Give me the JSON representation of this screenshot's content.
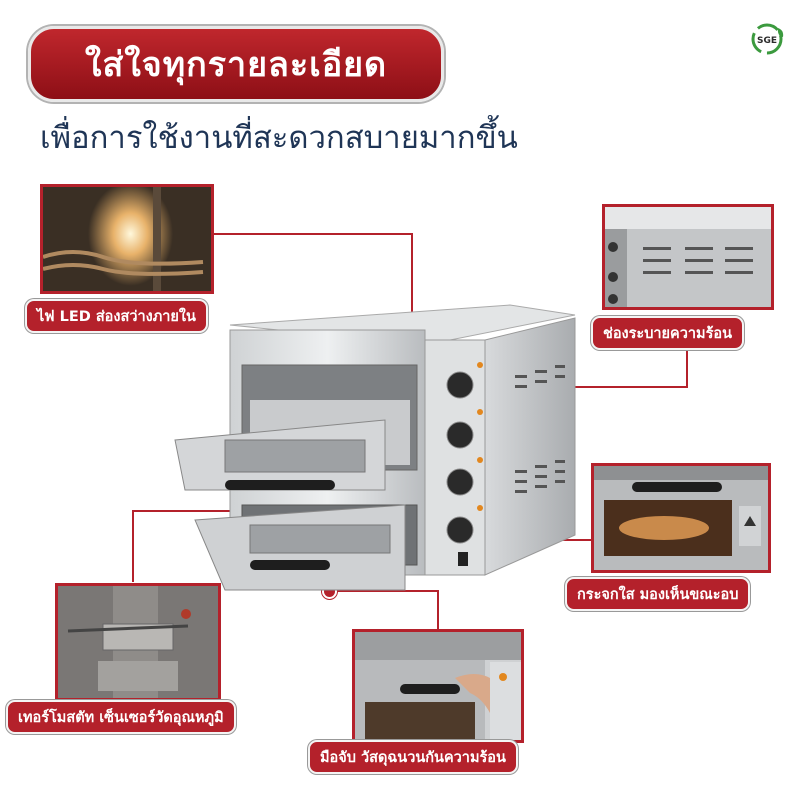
{
  "header": {
    "title": "ใส่ใจทุกรายละเอียด",
    "subtitle": "เพื่อการใช้งานที่สะดวกสบายมากขึ้น"
  },
  "logo": {
    "text": "SGE",
    "icon": "leaf-ring-logo"
  },
  "features": [
    {
      "label": "ไฟ LED ส่องสว่างภายใน",
      "icon": "led-lamp-photo"
    },
    {
      "label": "ช่องระบายความร้อน",
      "icon": "vent-photo"
    },
    {
      "label": "กระจกใส มองเห็นขณะอบ",
      "icon": "glass-window-photo"
    },
    {
      "label": "เทอร์โมสตัท เซ็นเซอร์วัดอุณหภูมิ",
      "icon": "thermostat-photo"
    },
    {
      "label": "มือจับ วัสดุฉนวนกันความร้อน",
      "icon": "handle-photo"
    }
  ],
  "colors": {
    "accent": "#b4212b",
    "title_bg": "#a91c24",
    "subtitle": "#1f3556"
  }
}
